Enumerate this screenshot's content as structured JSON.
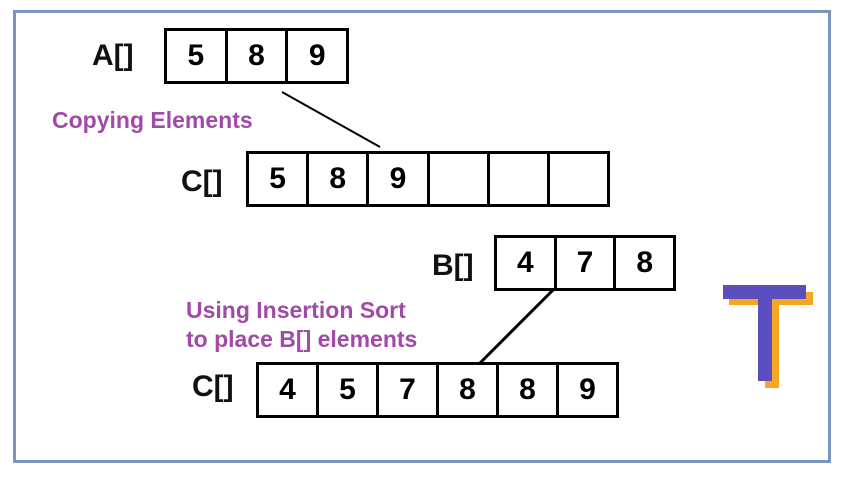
{
  "arrays": {
    "a": {
      "label": "A[]",
      "cells": [
        "5",
        "8",
        "9"
      ]
    },
    "c_copy": {
      "label": "C[]",
      "cells": [
        "5",
        "8",
        "9",
        "",
        "",
        ""
      ]
    },
    "b": {
      "label": "B[]",
      "cells": [
        "4",
        "7",
        "8"
      ]
    },
    "c_sorted": {
      "label": "C[]",
      "cells": [
        "4",
        "5",
        "7",
        "8",
        "8",
        "9"
      ]
    }
  },
  "captions": {
    "copying": "Copying Elements",
    "insertion_line1": "Using Insertion Sort",
    "insertion_line2": "to place B[] elements"
  },
  "logo": {
    "letter": "T",
    "color": "#5b4fc0",
    "shadow": "#f5a623"
  },
  "colors": {
    "frame": "#7b96bd",
    "caption": "#a14aa7"
  }
}
